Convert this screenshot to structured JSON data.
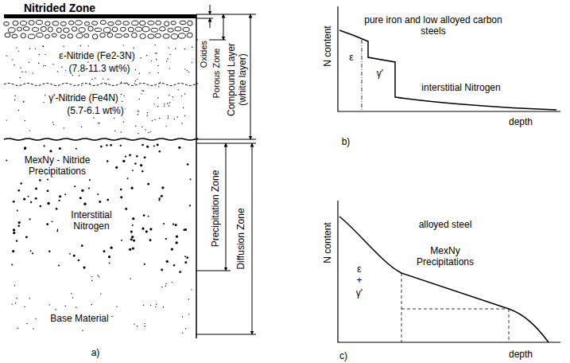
{
  "diagram": {
    "labels": [
      "Nitrided Zone",
      "ε-Nitride (Fe2-3N)",
      "(7.8-11.3 wt%)",
      "γ'-Nitride (Fe4N)",
      "(5.7-6.1 wt%)",
      "MexNy - Nitride Precipitations",
      "Interstitial Nitrogen",
      "Base Material",
      "Oxides",
      "Porous Zone",
      "Compound Layer (white layer)",
      "Precipitation Zone",
      "Diffusion Zone",
      "a)",
      "N content",
      "pure iron and low alloyed carbon steels",
      "ε",
      "γ'",
      "interstitial Nitrogen",
      "depth",
      "b)",
      "N content",
      "alloyed steel",
      "ε",
      "+",
      "γ'",
      "MexNy Precipitations",
      "depth",
      "c)"
    ]
  }
}
